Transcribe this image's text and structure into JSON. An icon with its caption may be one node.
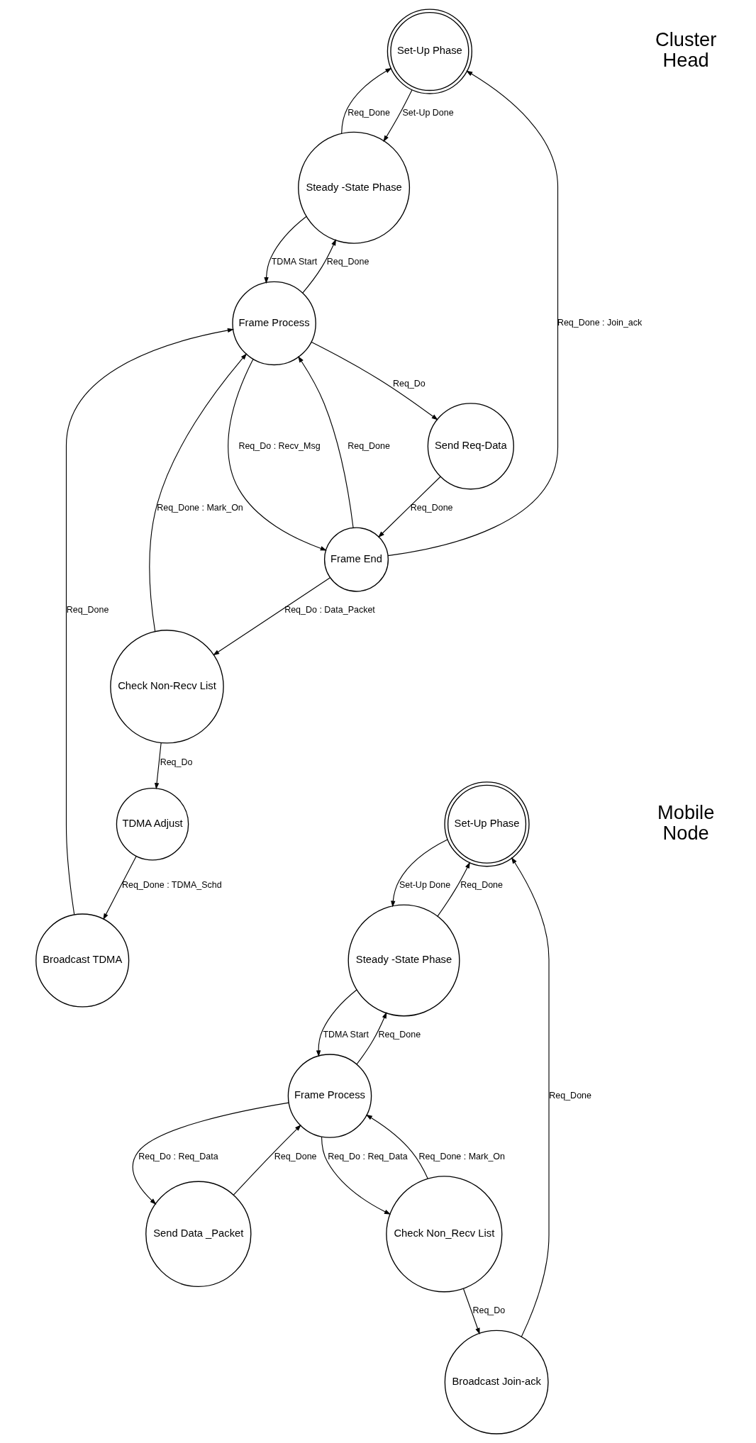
{
  "diagram": {
    "nodes": [
      {
        "text": [
          "Set-Up Phase"
        ]
      },
      {
        "text": [
          "Steady -State Phase"
        ]
      },
      {
        "text": [
          "Frame End"
        ]
      },
      {
        "text": [
          "Frame Process"
        ]
      },
      {
        "text": [
          "Broadcast TDMA"
        ]
      },
      {
        "text": [
          "Send Req-Data"
        ]
      },
      {
        "text": [
          "TDMA Adjust"
        ]
      },
      {
        "text": [
          "Check Non-Recv List"
        ]
      },
      {
        "text": [
          "Set-Up Phase"
        ]
      },
      {
        "text": [
          "Steady -State Phase"
        ]
      },
      {
        "text": [
          "Broadcast Join-ack"
        ]
      },
      {
        "text": [
          "Frame Process"
        ]
      },
      {
        "text": [
          "Send Data _Packet"
        ]
      },
      {
        "text": [
          "Check Non_Recv List"
        ]
      }
    ],
    "edges": [
      {
        "from": 0,
        "to": 1,
        "arrow": "to",
        "label": "Set-Up Done"
      },
      {
        "from": 1,
        "to": 0,
        "arrow": "to",
        "label": "Req_Done"
      },
      {
        "from": 2,
        "to": 0,
        "arrow": "to",
        "label": "Req_Done : Join_ack"
      },
      {
        "from": 1,
        "to": 3,
        "arrow": "to",
        "label": "TDMA Start"
      },
      {
        "from": 3,
        "to": 1,
        "arrow": "to",
        "label": "Req_Done"
      },
      {
        "from": 3,
        "to": 2,
        "arrow": "to",
        "label": "Req_Do : Recv_Msg"
      },
      {
        "from": 2,
        "to": 3,
        "arrow": "to",
        "label": "Req_Done"
      },
      {
        "from": 4,
        "to": 3,
        "arrow": "to",
        "label": "Req_Done"
      },
      {
        "from": 5,
        "to": 2,
        "arrow": "to",
        "label": "Req_Done"
      },
      {
        "from": 3,
        "to": 5,
        "arrow": "to",
        "label": "Req_Do"
      },
      {
        "from": 7,
        "to": 3,
        "arrow": "to",
        "label": "Req_Done : Mark_On"
      },
      {
        "from": 6,
        "to": 4,
        "arrow": "to",
        "label": "Req_Done : TDMA_Schd"
      },
      {
        "from": 2,
        "to": 7,
        "arrow": "to",
        "label": "Req_Do : Data_Packet"
      },
      {
        "from": 7,
        "to": 6,
        "arrow": "to",
        "label": "Req_Do"
      },
      {
        "from": 10,
        "to": 8,
        "arrow": "to",
        "label": "Req_Done"
      },
      {
        "from": 8,
        "to": 9,
        "arrow": "to",
        "label": "Set-Up Done"
      },
      {
        "from": 9,
        "to": 8,
        "arrow": "to",
        "label": "Req_Done"
      },
      {
        "from": 9,
        "to": 11,
        "arrow": "to",
        "label": "TDMA Start"
      },
      {
        "from": 11,
        "to": 9,
        "arrow": "to",
        "label": "Req_Done"
      },
      {
        "from": 11,
        "to": 12,
        "arrow": "to",
        "label": "Req_Do : Req_Data"
      },
      {
        "from": 12,
        "to": 11,
        "arrow": "to",
        "label": "Req_Done"
      },
      {
        "from": 11,
        "to": 13,
        "arrow": "to",
        "label": "Req_Do : Req_Data"
      },
      {
        "from": 13,
        "to": 11,
        "arrow": "to",
        "label": "Req_Done : Mark_On"
      },
      {
        "from": 13,
        "to": 10,
        "arrow": "to",
        "label": "Req_Do"
      }
    ],
    "labels": [
      "Cluster Head",
      "Mobile Node"
    ]
  }
}
